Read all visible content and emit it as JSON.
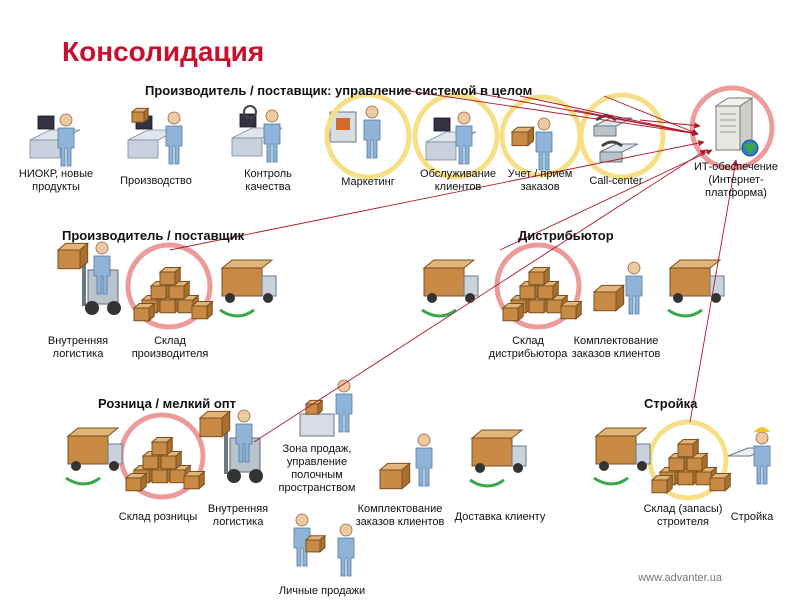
{
  "title": "Консолидация",
  "footer": "www.advanter.ua",
  "colors": {
    "title": "#c8102e",
    "ring_red": "#ec9a9a",
    "ring_yellow": "#f6df85",
    "arrow": "#b0182c",
    "box": "#c98a45",
    "person": "#8fb4d8"
  },
  "sections": {
    "top": "Производитель / поставщик: управление системой в целом",
    "producer": "Производитель / поставщик",
    "distributor": "Дистрибьютор",
    "retail": "Розница / мелкий опт",
    "construction": "Стройка"
  },
  "nodes": {
    "rnd": "НИОКР, новые\nпродукты",
    "production": "Производство",
    "quality": "Контроль\nкачества",
    "marketing": "Маркетинг",
    "service": "Обслуживание\nклиентов",
    "orders": "Учет / прием\nзаказов",
    "callcenter": "Call-center",
    "it": "ИТ-обеспечение\n(Интернет-\nплатформа)",
    "prod_internal_logistics": "Внутренняя\nлогистика",
    "prod_warehouse": "Склад\nпроизводителя",
    "dist_warehouse": "Склад\nдистрибьютора",
    "dist_picking": "Комплектование\nзаказов клиентов",
    "retail_warehouse": "Склад розницы",
    "retail_internal_logistics": "Внутренняя\nлогистика",
    "sales_zone": "Зона продаж,\nуправление\nполочным\nпространством",
    "retail_picking": "Комплектование\nзаказов клиентов",
    "delivery": "Доставка клиенту",
    "personal_sales": "Личные продажи",
    "builder_warehouse": "Склад (запасы)\nстроителя",
    "construction_site": "Стройка"
  }
}
